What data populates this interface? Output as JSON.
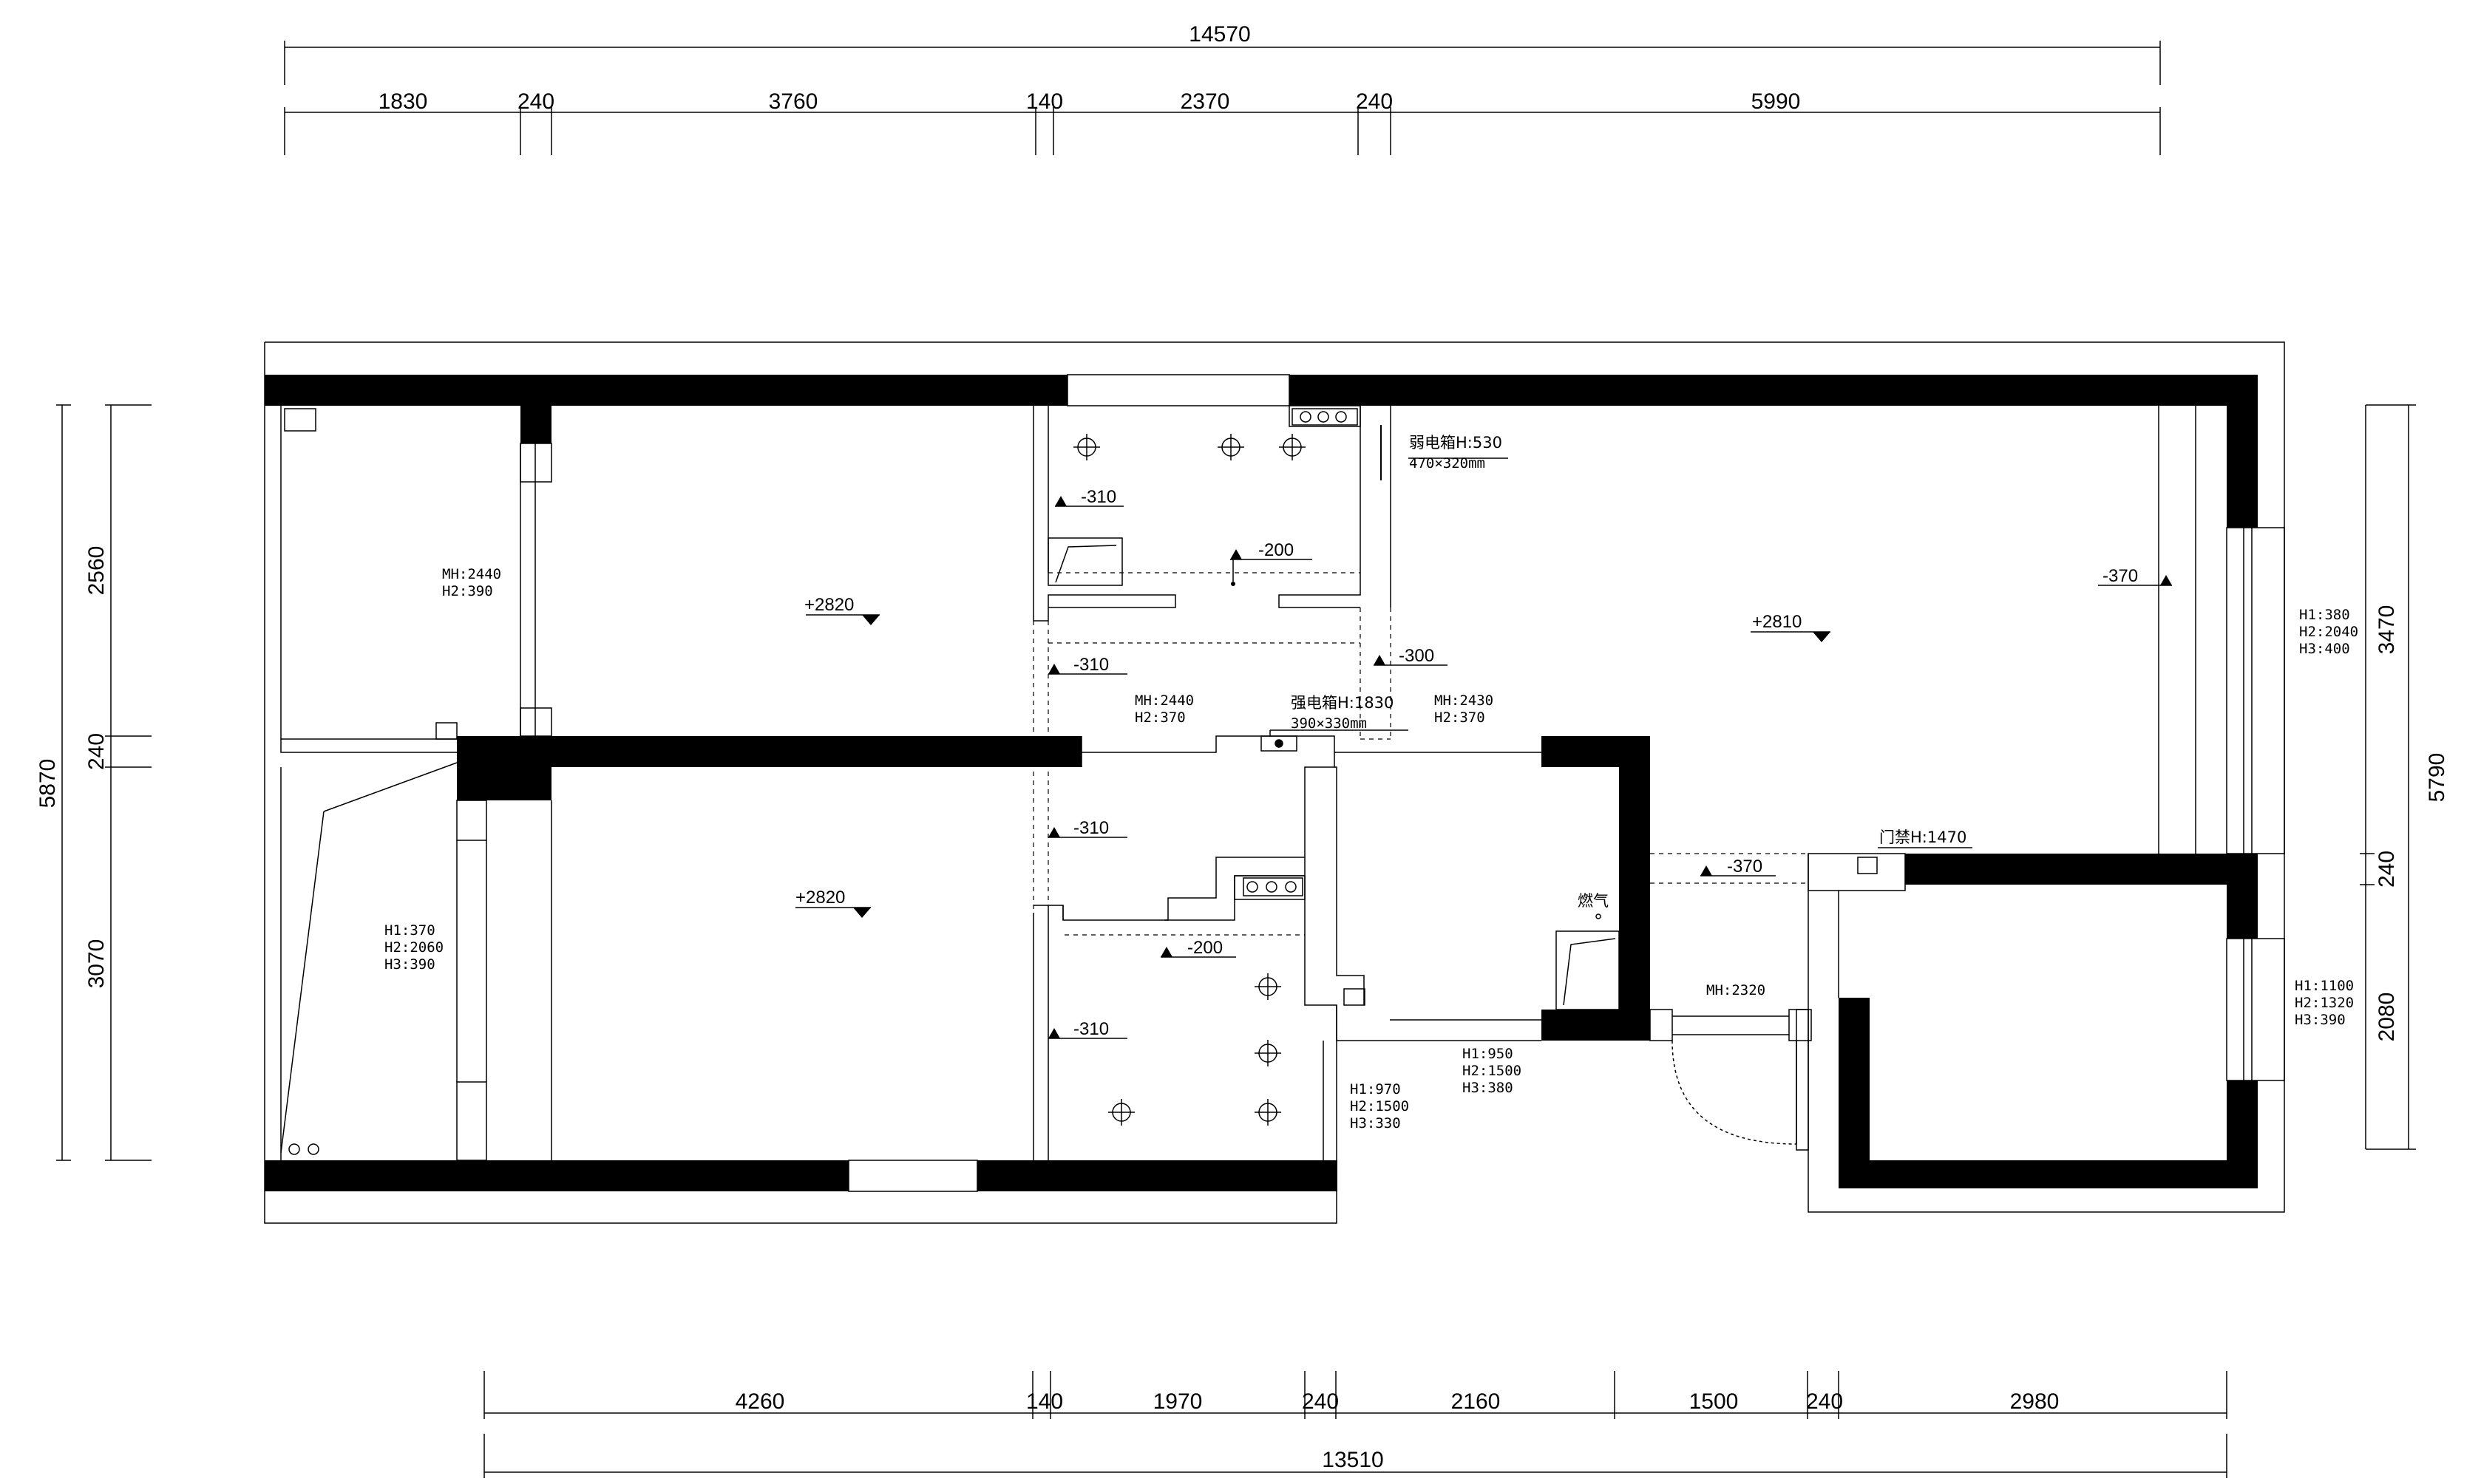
{
  "dimensions": {
    "top_total": "14570",
    "top_segments": [
      "1830",
      "240",
      "3760",
      "140",
      "2370",
      "240",
      "5990"
    ],
    "bottom_total": "13510",
    "bottom_segments": [
      "4260",
      "140",
      "1970",
      "240",
      "2160",
      "1500",
      "240",
      "2980"
    ],
    "left_total": "5870",
    "left_segments": [
      "2560",
      "240",
      "3070"
    ],
    "right_total": "5790",
    "right_segments": [
      "3470",
      "240",
      "2080"
    ]
  },
  "levels": {
    "room_a": "+2820",
    "room_b": "+2820",
    "room_c": "+2810",
    "d1": "-310",
    "d2": "-200",
    "d3": "-310",
    "d4": "-300",
    "d5": "-310",
    "d6": "-200",
    "d7": "-310",
    "d8": "-370",
    "d9": "-370"
  },
  "notes": {
    "n1": [
      "MH:2440",
      "H2:390"
    ],
    "n2": [
      "H1:370",
      "H2:2060",
      "H3:390"
    ],
    "n3": [
      "MH:2440",
      "H2:370"
    ],
    "n4": [
      "MH:2430",
      "H2:370"
    ],
    "n5": [
      "H1:970",
      "H2:1500",
      "H3:330"
    ],
    "n6": [
      "H1:950",
      "H2:1500",
      "H3:380"
    ],
    "n7": "MH:2320",
    "n8": [
      "H1:380",
      "H2:2040",
      "H3:400"
    ],
    "n9": [
      "H1:1100",
      "H2:1320",
      "H3:390"
    ]
  },
  "labels": {
    "weak_box": "弱电箱H:530",
    "weak_box_size": "470×320mm",
    "strong_box": "强电箱H:1830",
    "strong_box_size": "390×330mm",
    "access": "门禁H:1470",
    "gas": "燃气"
  }
}
